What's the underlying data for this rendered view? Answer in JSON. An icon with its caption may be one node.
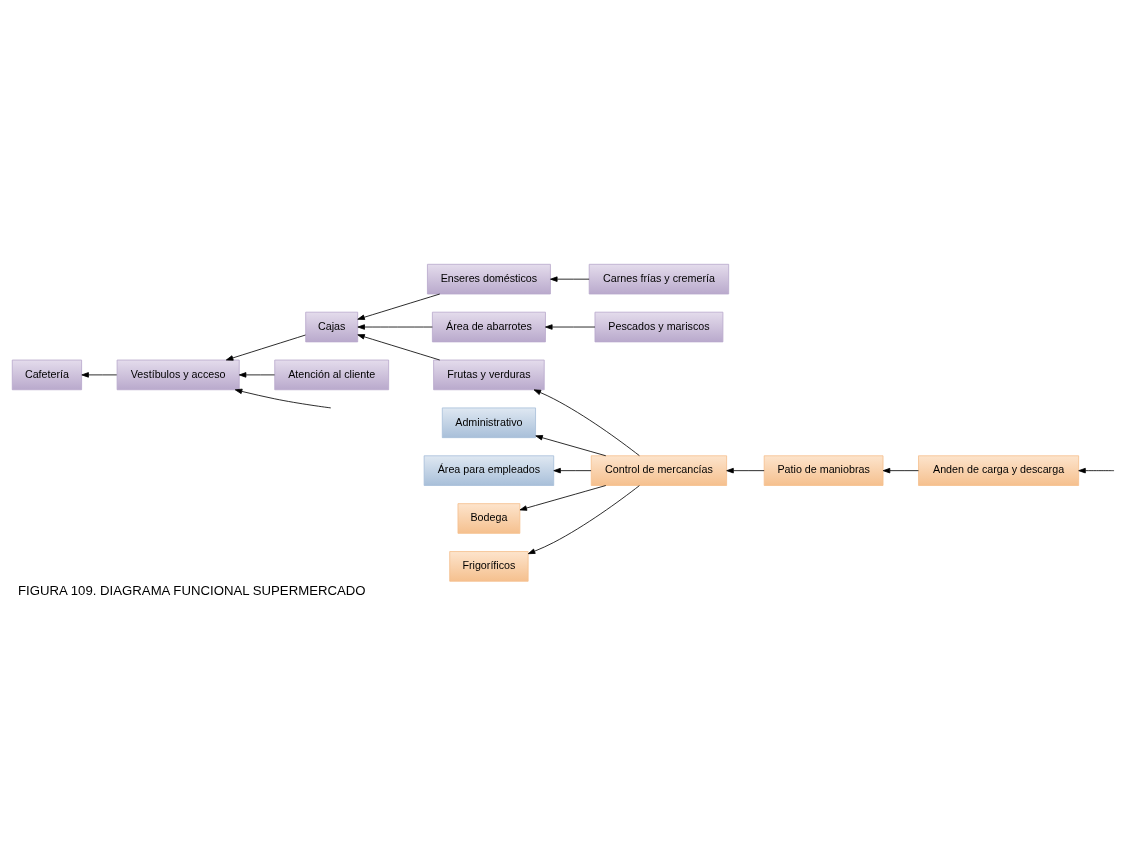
{
  "diagram": {
    "caption": "FIGURA 109. DIAGRAMA FUNCIONAL SUPERMERCADO",
    "nodes": [
      {
        "text": [
          "Vestíbulos y acceso"
        ]
      },
      {
        "text": [
          "Cafetería"
        ]
      },
      {
        "text": [
          "Enseres domésticos"
        ]
      },
      {
        "text": [
          "Carnes frías y cremería"
        ]
      },
      {
        "text": [
          "Cajas"
        ]
      },
      {
        "text": [
          "Área de abarrotes"
        ]
      },
      {
        "text": [
          "Pescados y mariscos"
        ]
      },
      {
        "text": [
          "Atención al cliente"
        ]
      },
      {
        "text": [
          "Frutas y verduras"
        ]
      },
      {
        "text": [
          "Administrativo"
        ]
      },
      {
        "text": [
          "Control de mercancías"
        ]
      },
      {
        "text": [
          "Área para empleados"
        ]
      },
      {
        "text": [
          "Bodega"
        ]
      },
      {
        "text": [
          "Frigoríficos"
        ]
      },
      {
        "text": [
          "Patio de maniobras"
        ]
      },
      {
        "text": [
          "Anden de carga y descarga"
        ]
      }
    ],
    "edges": [
      {
        "from": null,
        "to": 0,
        "arrow": "to"
      },
      {
        "from": 0,
        "to": 1,
        "arrow": "to"
      },
      {
        "from": 4,
        "to": 0,
        "arrow": "to"
      },
      {
        "from": 2,
        "to": 4,
        "arrow": "to"
      },
      {
        "from": 3,
        "to": 2,
        "arrow": "to"
      },
      {
        "from": 5,
        "to": 4,
        "arrow": "to"
      },
      {
        "from": 6,
        "to": 5,
        "arrow": "to"
      },
      {
        "from": 8,
        "to": 4,
        "arrow": "to"
      },
      {
        "from": 7,
        "to": 0,
        "arrow": "to"
      },
      {
        "from": 10,
        "to": 8,
        "arrow": "to"
      },
      {
        "from": 10,
        "to": 9,
        "arrow": "to"
      },
      {
        "from": 10,
        "to": 11,
        "arrow": "to"
      },
      {
        "from": 10,
        "to": 12,
        "arrow": "to"
      },
      {
        "from": 10,
        "to": 13,
        "arrow": "to"
      },
      {
        "from": 14,
        "to": 10,
        "arrow": "to"
      },
      {
        "from": 15,
        "to": 14,
        "arrow": "to"
      },
      {
        "from": null,
        "to": 15,
        "arrow": "to"
      }
    ]
  }
}
